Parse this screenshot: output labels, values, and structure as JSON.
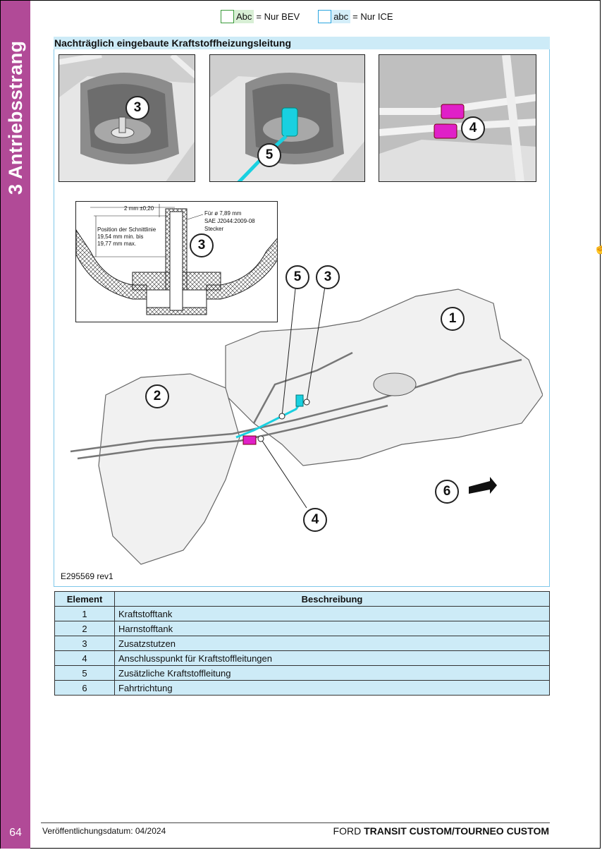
{
  "sidebar": {
    "chapter": "3 Antriebsstrang",
    "page_number": "64"
  },
  "legend": [
    {
      "sample": "Abc",
      "text": "= Nur BEV",
      "color": "#3a9a3a"
    },
    {
      "sample": "abc",
      "text": "= Nur ICE",
      "color": "#2aa6e0"
    }
  ],
  "section": {
    "title": "Nachträglich eingebaute Kraftstoffheizungsleitung"
  },
  "figure": {
    "id": "E295569 rev1",
    "photo_callouts": [
      "3",
      "5",
      "4"
    ],
    "detail": {
      "callout": "3",
      "dim_top": "2 mm ±0,20",
      "dim_side": [
        "Position der Schnittlinie",
        "19,54 mm min. bis",
        "19,77 mm max."
      ],
      "note": [
        "Für ø 7,89 mm",
        "SAE J2044:2009-08",
        "Stecker"
      ]
    },
    "main_callouts": [
      "5",
      "3",
      "1",
      "2",
      "4",
      "6"
    ]
  },
  "table": {
    "headers": [
      "Element",
      "Beschreibung"
    ],
    "rows": [
      {
        "num": "1",
        "desc": "Kraftstofftank"
      },
      {
        "num": "2",
        "desc": "Harnstofftank"
      },
      {
        "num": "3",
        "desc": "Zusatzstutzen"
      },
      {
        "num": "4",
        "desc": "Anschlusspunkt für Kraftstoffleitungen"
      },
      {
        "num": "5",
        "desc": "Zusätzliche Kraftstoffleitung"
      },
      {
        "num": "6",
        "desc": "Fahrtrichtung"
      }
    ]
  },
  "footer": {
    "date": "Veröffentlichungsdatum: 04/2024",
    "brand_prefix": "FORD",
    "brand_model": "TRANSIT CUSTOM/TOURNEO CUSTOM"
  },
  "colors": {
    "accent_band": "#b14a97",
    "table_fill": "#cdebf7",
    "connector_magenta": "#e020c8",
    "line_cyan": "#19d0e0"
  }
}
